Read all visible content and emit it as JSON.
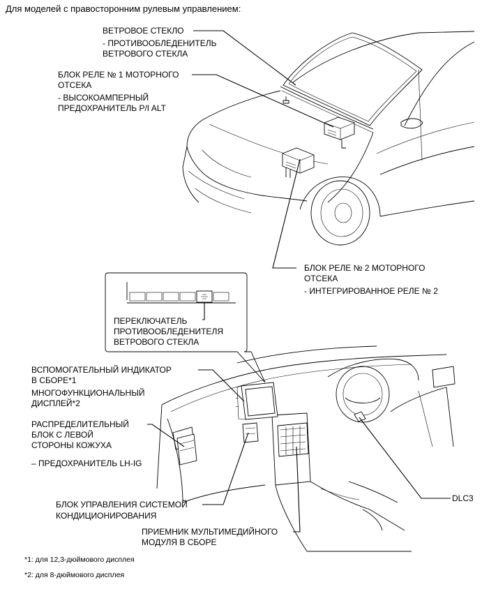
{
  "header": "Для моделей с правосторонним рулевым управлением:",
  "labels": {
    "windshield_title": "ВЕТРОВОЕ СТЕКЛО",
    "windshield_sub_1": "- ПРОТИВООБЛЕДЕНИТЕЛЬ",
    "windshield_sub_2": "ВЕТРОВОГО СТЕКЛА",
    "relay1_line1": "БЛОК РЕЛЕ № 1 МОТОРНОГО",
    "relay1_line2": "ОТСЕКА",
    "relay1_sub_1": "- ВЫСОКОАМПЕРНЫЙ",
    "relay1_sub_2": "ПРЕДОХРАНИТЕЛЬ P/I ALT",
    "relay2_line1": "БЛОК РЕЛЕ № 2 МОТОРНОГО",
    "relay2_line2": "ОТСЕКА",
    "relay2_sub": "- ИНТЕГРИРОВАННОЕ РЕЛЕ № 2",
    "switch_line1": "ПЕРЕКЛЮЧАТЕЛЬ",
    "switch_line2": "ПРОТИВООБЛЕДЕНИТЕЛЯ",
    "switch_line3": "ВЕТРОВОГО СТЕКЛА",
    "indicator_line1": "ВСПОМОГАТЕЛЬНЫЙ ИНДИКАТОР",
    "indicator_line2": "В СБОРЕ*1",
    "display_line1": "МНОГОФУНКЦИОНАЛЬНЫЙ",
    "display_line2": "ДИСПЛЕЙ*2",
    "junction_line1": "РАСПРЕДЕЛИТЕЛЬНЫЙ",
    "junction_line2": "БЛОК С ЛЕВОЙ",
    "junction_line3": "СТОРОНЫ КОЖУХА",
    "junction_sub": "– ПРЕДОХРАНИТЕЛЬ LH-IG",
    "ac_line1": "БЛОК УПРАВЛЕНИЯ СИСТЕМОЙ",
    "ac_line2": "КОНДИЦИОНИРОВАНИЯ",
    "media_line1": "ПРИЕМНИК МУЛЬТИМЕДИЙНОГО",
    "media_line2": "МОДУЛЯ В СБОРЕ",
    "dlc3": "DLC3"
  },
  "footnotes": {
    "note1": "*1: для 12,3-дюймового дисплея",
    "note2": "*2: для 8-дюймового дисплея"
  }
}
